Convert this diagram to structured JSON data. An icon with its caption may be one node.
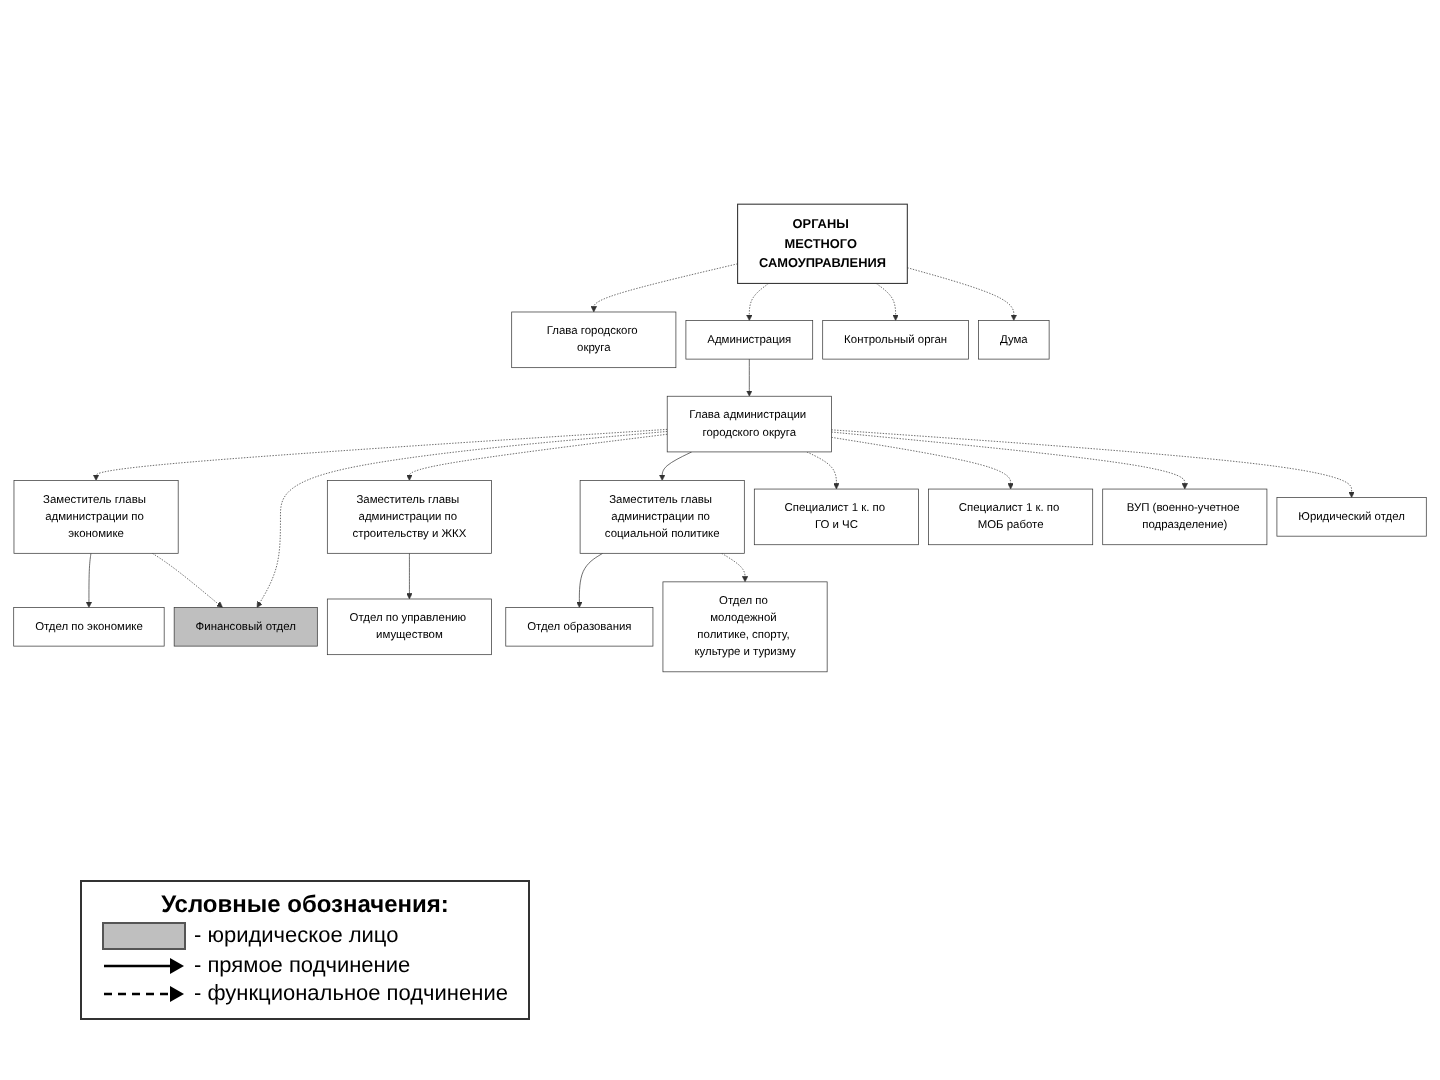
{
  "diagram": {
    "nodes": [
      {
        "text": [
          "ОРГАНЫ МЕСТНОГО САМОУПРАВЛЕНИЯ"
        ]
      },
      {
        "text": [
          "Глава городского округа"
        ]
      },
      {
        "text": [
          "Администрация"
        ]
      },
      {
        "text": [
          "Контрольный орган"
        ]
      },
      {
        "text": [
          "Дума"
        ]
      },
      {
        "text": [
          "Глава администрации городского округа"
        ]
      },
      {
        "text": [
          "Заместитель главы администрации по экономике"
        ]
      },
      {
        "text": [
          "Заместитель главы администрации по строительству и ЖКХ"
        ]
      },
      {
        "text": [
          "Заместитель главы администрации по социальной политике"
        ]
      },
      {
        "text": [
          "Специалист 1 к. по ГО и ЧС"
        ]
      },
      {
        "text": [
          "Юридический отдел"
        ]
      },
      {
        "text": [
          "Отдел по экономике"
        ]
      },
      {
        "text": [
          "Отдел по управлению имуществом"
        ]
      },
      {
        "text": [
          "Финансовый отдел"
        ]
      },
      {
        "text": [
          "Отдел образования"
        ]
      },
      {
        "text": [
          "Специалист 1 к. по МОБ работе"
        ]
      },
      {
        "text": [
          "Отдел по молодежной политике, спорту, культуре и туризму"
        ]
      },
      {
        "text": [
          "ВУП (военно-учетное подразделение)"
        ]
      }
    ],
    "edges": [
      {
        "from": 0,
        "to": 1,
        "arrow": "to",
        "style": "dashed"
      },
      {
        "from": 0,
        "to": 2,
        "arrow": "to",
        "style": "dashed"
      },
      {
        "from": 0,
        "to": 3,
        "arrow": "to",
        "style": "dashed"
      },
      {
        "from": 0,
        "to": 4,
        "arrow": "to",
        "style": "dashed"
      },
      {
        "from": 2,
        "to": 5,
        "arrow": "to"
      },
      {
        "from": 5,
        "to": 6,
        "arrow": "to",
        "style": "dashed"
      },
      {
        "from": 5,
        "to": 13,
        "arrow": "to",
        "style": "dashed"
      },
      {
        "from": 5,
        "to": 7,
        "arrow": "to",
        "style": "dashed"
      },
      {
        "from": 5,
        "to": 8,
        "arrow": "to"
      },
      {
        "from": 5,
        "to": 9,
        "arrow": "to",
        "style": "dashed"
      },
      {
        "from": 5,
        "to": 15,
        "arrow": "to",
        "style": "dashed"
      },
      {
        "from": 5,
        "to": 17,
        "arrow": "to",
        "style": "dashed"
      },
      {
        "from": 5,
        "to": 10,
        "arrow": "to",
        "style": "dashed"
      },
      {
        "from": 6,
        "to": 11,
        "arrow": "to"
      },
      {
        "from": 6,
        "to": 13,
        "arrow": "to",
        "style": "dashed"
      },
      {
        "from": 7,
        "to": 12,
        "arrow": "to"
      },
      {
        "from": 8,
        "to": 14,
        "arrow": "to"
      },
      {
        "from": 8,
        "to": 16,
        "arrow": "to",
        "style": "dashed"
      }
    ],
    "labels": [
      "Условные обозначения:"
    ],
    "legend": [
      {
        "text": "- юридическое лицо",
        "color": "#bfbfbf"
      },
      {
        "text": "- прямое подчинение"
      },
      {
        "text": "- функциональное подчинение"
      }
    ]
  }
}
